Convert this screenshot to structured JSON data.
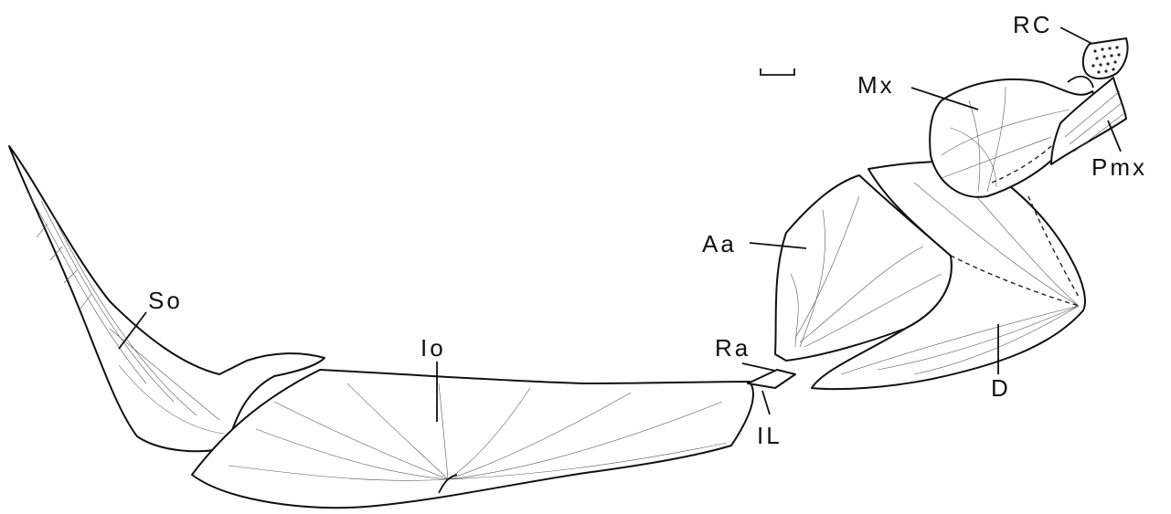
{
  "labels": {
    "rc": "RC",
    "mx": "Mx",
    "pmx": "Pmx",
    "aa": "Aa",
    "so": "So",
    "io": "Io",
    "ra": "Ra",
    "il": "IL",
    "d": "D"
  }
}
